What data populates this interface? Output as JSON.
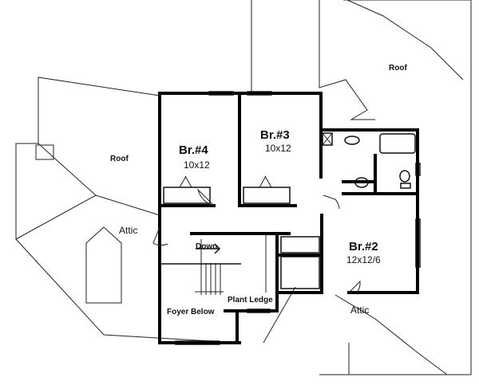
{
  "plan": {
    "rooms": [
      {
        "name": "Br.#4",
        "size": "10x12"
      },
      {
        "name": "Br.#3",
        "size": "10x12"
      },
      {
        "name": "Br.#2",
        "size": "12x12/6"
      }
    ],
    "labels": {
      "roof_left": "Roof",
      "roof_right": "Roof",
      "attic_left": "Attic",
      "attic_right": "Attic",
      "stair": "Down",
      "plant_ledge": "Plant Ledge",
      "foyer": "Foyer Below"
    }
  }
}
